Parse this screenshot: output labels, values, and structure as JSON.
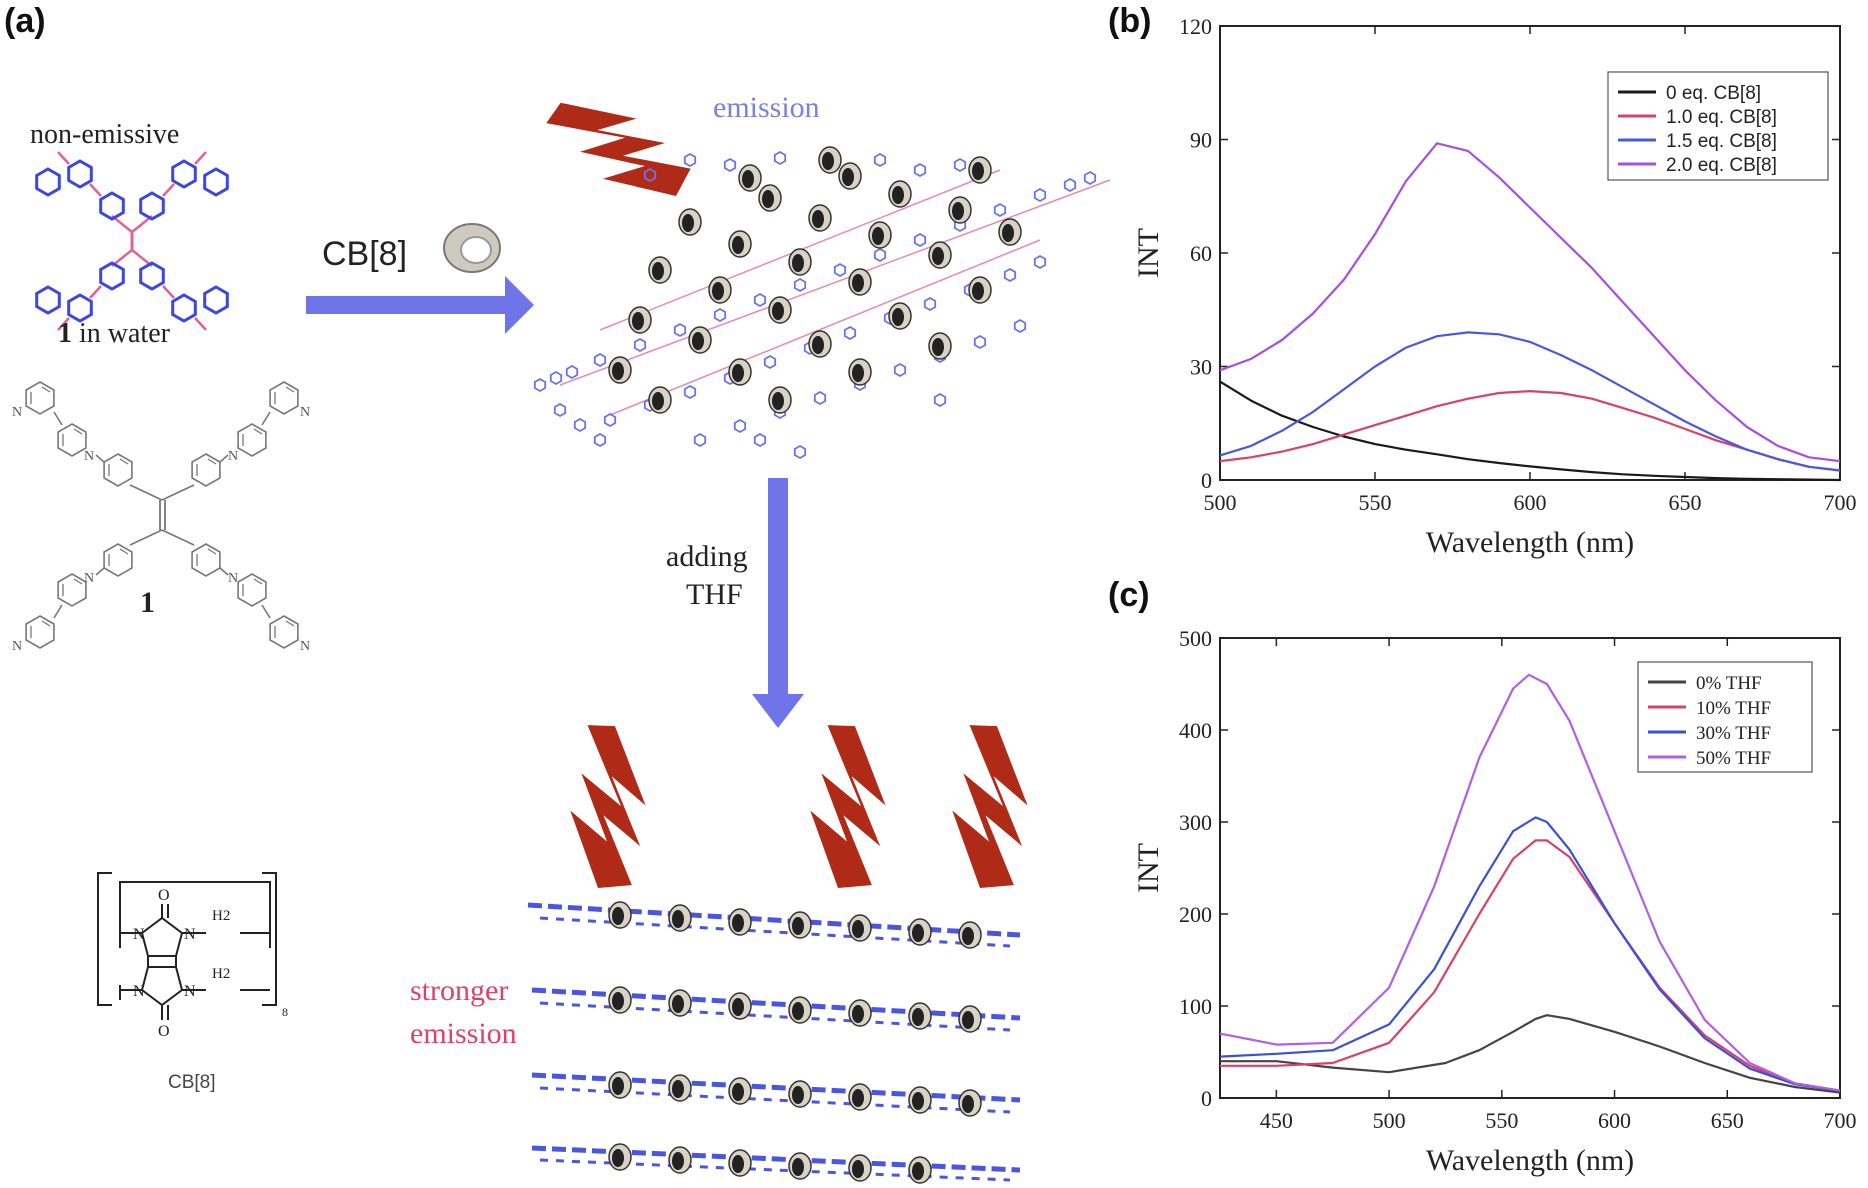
{
  "panels": {
    "a": "(a)",
    "b": "(b)",
    "c": "(c)"
  },
  "scheme": {
    "non_emissive": "non-emissive",
    "compound_label_bold": "1",
    "compound_label_rest": " in water",
    "compound_1": "1",
    "cb8_arrow": "CB[8]",
    "emission": "emission",
    "adding": "adding",
    "thf": "THF",
    "stronger": "stronger",
    "emission2": "emission",
    "cb8_caption": "CB[8]",
    "cb8_subscript": "8",
    "atom_N": "N",
    "atom_O": "O",
    "atom_H2": "H2",
    "colors": {
      "arrow_blue": "#6f74e8",
      "emission_red": "#b02a18",
      "emission_text": "#7a7fe0",
      "stronger_text": "#e0406a"
    }
  },
  "chart_data": [
    {
      "type": "line",
      "xlabel": "Wavelength (nm)",
      "ylabel": "INT",
      "xlim": [
        500,
        700
      ],
      "ylim": [
        0,
        120
      ],
      "xticks": [
        500,
        550,
        600,
        650,
        700
      ],
      "yticks": [
        0,
        30,
        60,
        90,
        120
      ],
      "legend": "top-right",
      "series": [
        {
          "name": "0    eq. CB[8]",
          "color": "#1a1a1a",
          "x": [
            500,
            510,
            520,
            530,
            540,
            550,
            560,
            570,
            580,
            590,
            600,
            610,
            620,
            630,
            640,
            650,
            660,
            670,
            680,
            690,
            700
          ],
          "y": [
            26,
            21,
            17,
            14,
            11.5,
            9.5,
            8,
            6.8,
            5.5,
            4.5,
            3.6,
            2.8,
            2.1,
            1.5,
            1.1,
            0.8,
            0.5,
            0.3,
            0.2,
            0.1,
            0
          ]
        },
        {
          "name": "1.0 eq. CB[8]",
          "color": "#d9406a",
          "x": [
            500,
            510,
            520,
            530,
            540,
            550,
            560,
            570,
            580,
            590,
            600,
            610,
            620,
            630,
            640,
            650,
            660,
            670,
            680,
            690,
            700
          ],
          "y": [
            5,
            6,
            7.5,
            9.5,
            12,
            14.5,
            17,
            19.5,
            21.5,
            23,
            23.5,
            23,
            21.5,
            19,
            16.5,
            13.5,
            10.5,
            8,
            5.5,
            3.5,
            2.5
          ]
        },
        {
          "name": "1.5 eq. CB[8]",
          "color": "#4a57e0",
          "x": [
            500,
            510,
            520,
            530,
            540,
            550,
            560,
            570,
            580,
            590,
            600,
            610,
            620,
            630,
            640,
            650,
            660,
            670,
            680,
            690,
            700
          ],
          "y": [
            6.5,
            9,
            13,
            18,
            24,
            30,
            35,
            38,
            39,
            38.5,
            36.5,
            33,
            29,
            24.5,
            20,
            15.5,
            11.5,
            8,
            5.5,
            3.5,
            2.5
          ]
        },
        {
          "name": "2.0 eq. CB[8]",
          "color": "#a64fe0",
          "x": [
            500,
            510,
            520,
            530,
            540,
            550,
            560,
            570,
            580,
            590,
            600,
            610,
            620,
            630,
            640,
            650,
            660,
            670,
            680,
            690,
            700
          ],
          "y": [
            29,
            32,
            37,
            44,
            53,
            65,
            79,
            89,
            87,
            80,
            72,
            64,
            56,
            47,
            38,
            29,
            21,
            14,
            9,
            6,
            5
          ]
        }
      ]
    },
    {
      "type": "line",
      "xlabel": "Wavelength (nm)",
      "ylabel": "INT",
      "xlim": [
        425,
        700
      ],
      "ylim": [
        0,
        500
      ],
      "xticks": [
        450,
        500,
        550,
        600,
        650,
        700
      ],
      "yticks": [
        0,
        100,
        200,
        300,
        400,
        500
      ],
      "legend": "top-right",
      "series": [
        {
          "name": "0% THF",
          "color": "#444444",
          "x": [
            425,
            450,
            475,
            500,
            525,
            540,
            555,
            565,
            570,
            580,
            600,
            620,
            640,
            660,
            680,
            700
          ],
          "y": [
            40,
            40,
            33,
            28,
            38,
            52,
            72,
            86,
            90,
            86,
            72,
            56,
            38,
            22,
            12,
            6
          ]
        },
        {
          "name": "10% THF",
          "color": "#d9406a",
          "x": [
            425,
            450,
            475,
            500,
            520,
            540,
            555,
            565,
            570,
            580,
            600,
            620,
            640,
            660,
            680,
            700
          ],
          "y": [
            35,
            35,
            38,
            60,
            115,
            200,
            260,
            280,
            280,
            262,
            190,
            120,
            68,
            35,
            16,
            8
          ]
        },
        {
          "name": "30% THF",
          "color": "#3b4fd8",
          "x": [
            425,
            450,
            475,
            500,
            520,
            540,
            555,
            565,
            570,
            580,
            600,
            620,
            640,
            660,
            680,
            700
          ],
          "y": [
            45,
            48,
            52,
            80,
            140,
            230,
            290,
            305,
            300,
            270,
            190,
            118,
            65,
            32,
            15,
            8
          ]
        },
        {
          "name": "50% THF",
          "color": "#b060e0",
          "x": [
            425,
            450,
            475,
            500,
            520,
            540,
            555,
            562,
            570,
            580,
            600,
            620,
            640,
            660,
            680,
            700
          ],
          "y": [
            70,
            58,
            60,
            120,
            230,
            370,
            445,
            460,
            450,
            410,
            290,
            170,
            85,
            38,
            16,
            8
          ]
        }
      ]
    }
  ]
}
